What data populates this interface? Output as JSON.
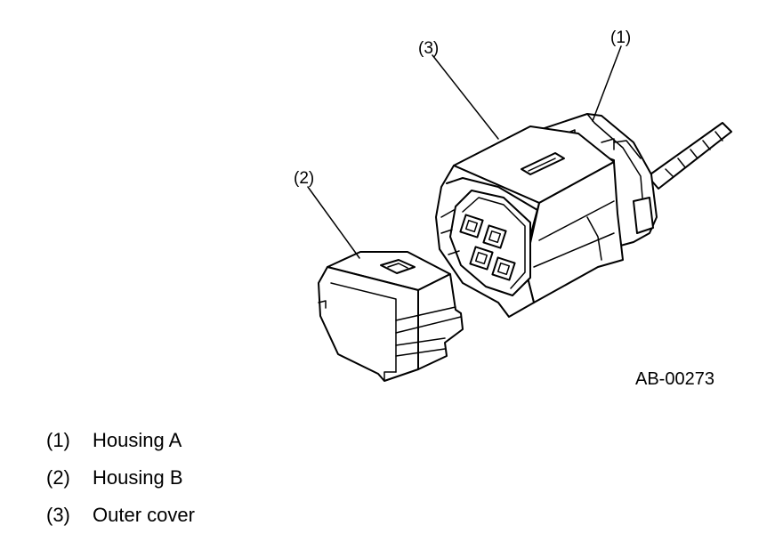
{
  "figure": {
    "id_label": "AB-00273",
    "callouts": [
      {
        "num": "(1)"
      },
      {
        "num": "(2)"
      },
      {
        "num": "(3)"
      }
    ]
  },
  "legend": [
    {
      "num": "(1)",
      "text": "Housing A"
    },
    {
      "num": "(2)",
      "text": "Housing B"
    },
    {
      "num": "(3)",
      "text": "Outer cover"
    }
  ]
}
